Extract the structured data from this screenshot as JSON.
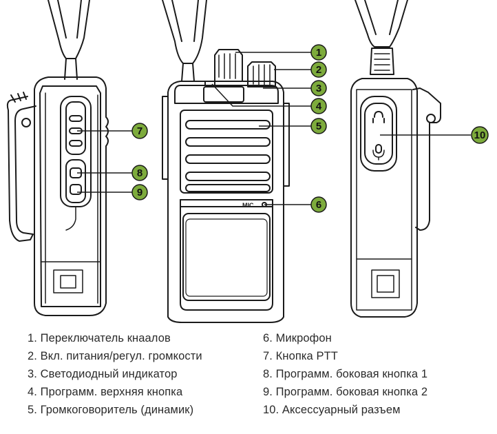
{
  "callouts": [
    {
      "num": "1",
      "label": "Переключатель кнаалов"
    },
    {
      "num": "2",
      "label": "Вкл. питания/регул. громкости"
    },
    {
      "num": "3",
      "label": "Светодиодный индикатор"
    },
    {
      "num": "4",
      "label": "Программ. верхняя кнопка"
    },
    {
      "num": "5",
      "label": "Громкоговоритель (динамик)"
    },
    {
      "num": "6",
      "label": "Микрофон"
    },
    {
      "num": "7",
      "label": "Кнопка PTT"
    },
    {
      "num": "8",
      "label": "Программ. боковая кнопка 1"
    },
    {
      "num": "9",
      "label": "Программ. боковая кнопка 2"
    },
    {
      "num": "10",
      "label": "Аксессуарный разъем"
    }
  ],
  "legend": {
    "left": [
      "1. Переключатель кнаалов",
      "2. Вкл. питания/регул. громкости",
      "3. Светодиодный индикатор",
      "4. Программ. верхняя кнопка",
      "5. Громкоговоритель (динамик)"
    ],
    "right": [
      "6. Микрофон",
      "7. Кнопка PTT",
      "8. Программ. боковая кнопка 1",
      "9. Программ. боковая кнопка 2",
      "10. Аксессуарный разъем"
    ]
  },
  "device_labels": {
    "mic_text": "MIC"
  },
  "colors": {
    "callout_fill": "#7dab3c",
    "callout_stroke": "#1a1a1a",
    "outline": "#1a1a1a",
    "text": "#2a2a2a"
  }
}
